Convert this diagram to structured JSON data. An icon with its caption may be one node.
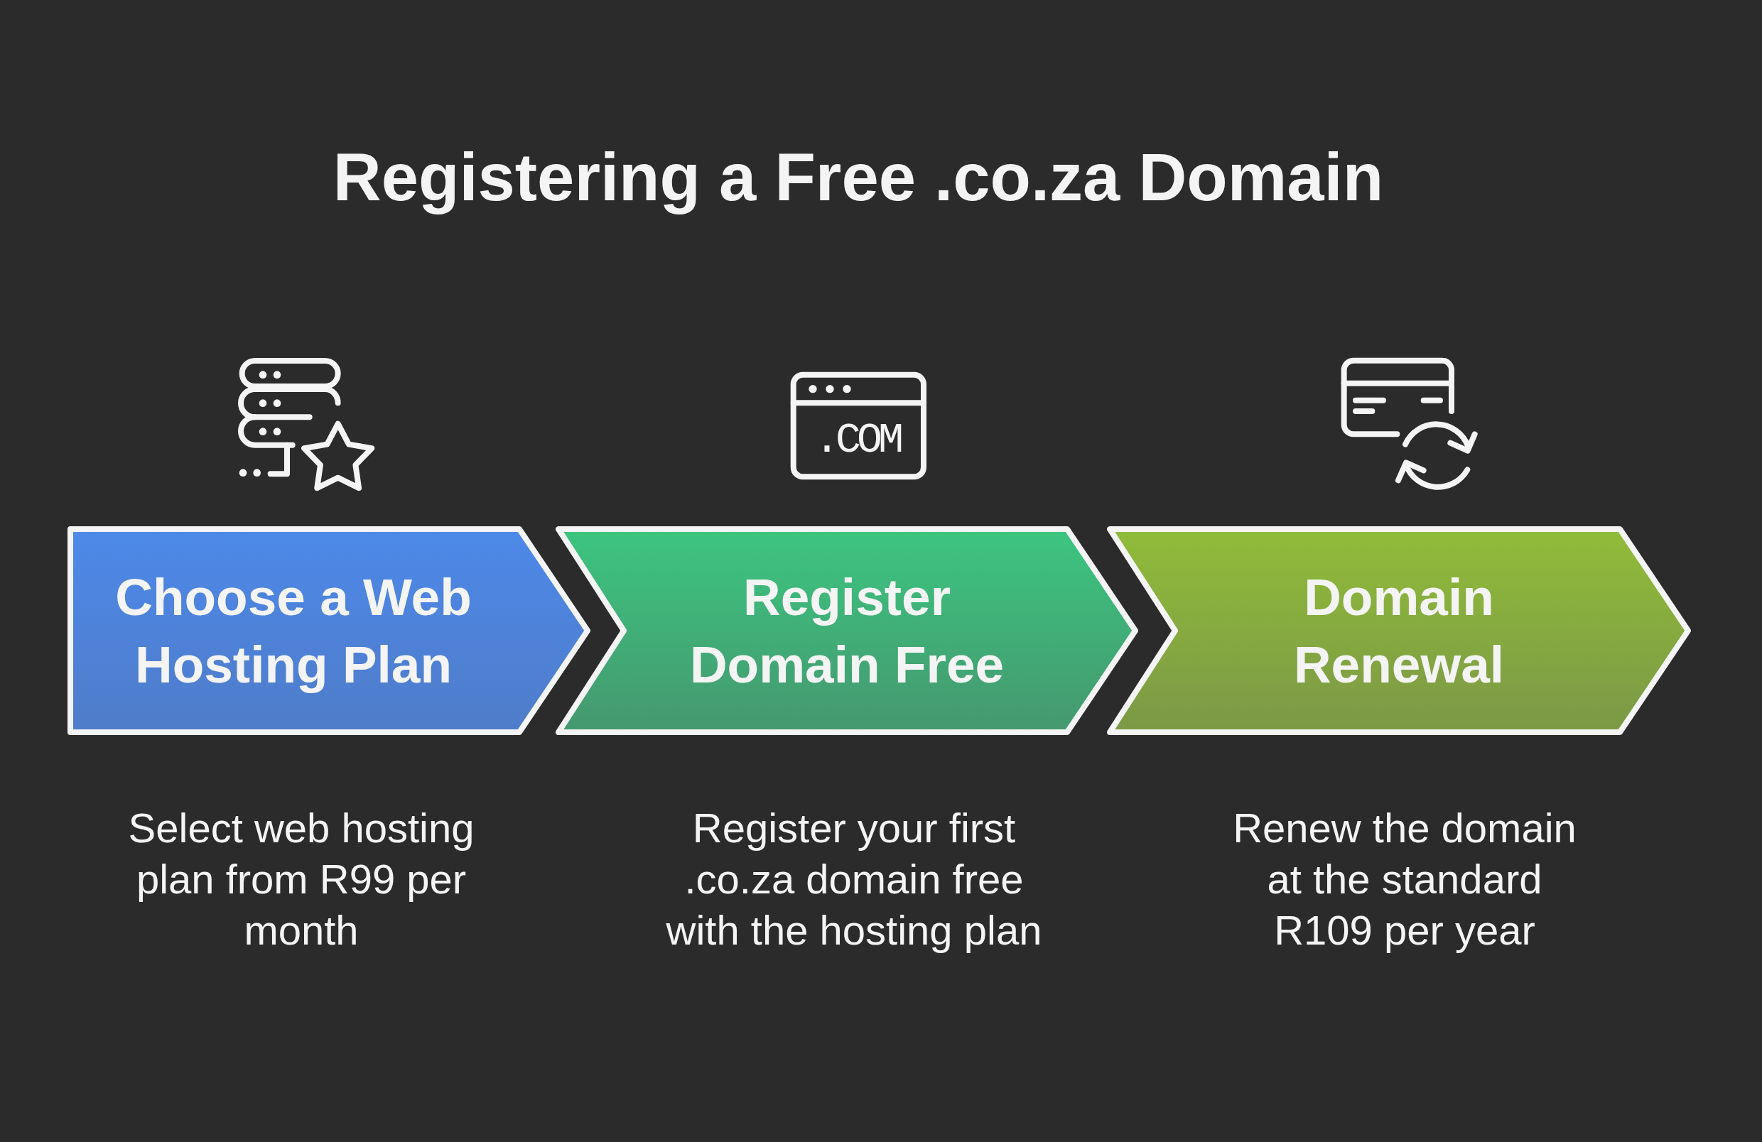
{
  "diagram": {
    "title": "Registering a Free .co.za Domain",
    "nodes": [
      {
        "text": [
          "Choose a Web Hosting Plan"
        ],
        "beside": [
          "Select web hosting plan from R99 per month"
        ]
      },
      {
        "text": [
          "Register Domain Free"
        ],
        "beside": [
          "Register your first .co.za domain free with the hosting plan"
        ]
      },
      {
        "text": [
          "Domain Renewal"
        ],
        "beside": [
          "Renew the domain at the standard R109 per year"
        ]
      }
    ],
    "labels": [
      ".COM"
    ]
  }
}
